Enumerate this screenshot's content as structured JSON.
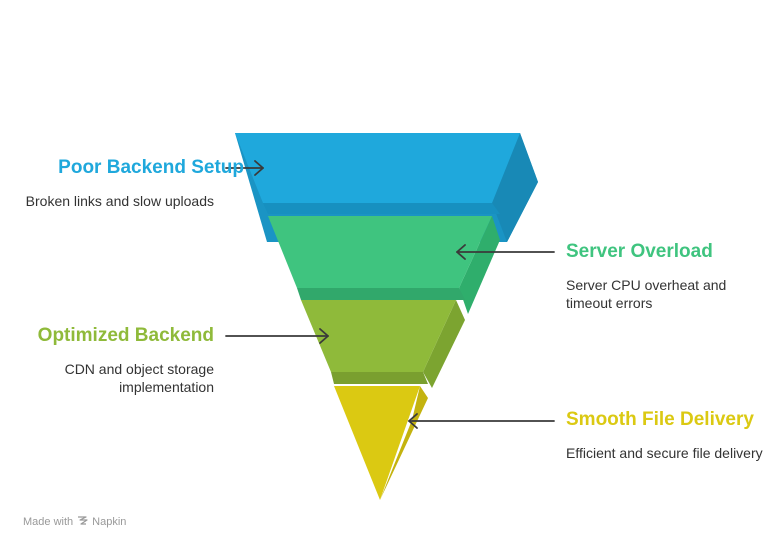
{
  "colors": {
    "blue": "#1fa8dc",
    "green": "#3fc47f",
    "olive": "#8fba3a",
    "yellow": "#dbc912",
    "arrow": "#3a3a3a"
  },
  "stages": [
    {
      "title": "Poor Backend Setup",
      "description": "Broken links and slow uploads",
      "color": "#1fa8dc"
    },
    {
      "title": "Server Overload",
      "description": "Server CPU overheat and timeout errors",
      "color": "#3fc47f"
    },
    {
      "title": "Optimized Backend",
      "description": "CDN and object storage implementation",
      "color": "#8fba3a"
    },
    {
      "title": "Smooth File Delivery",
      "description": "Efficient and secure file delivery",
      "color": "#dbc912"
    }
  ],
  "footer": {
    "text": "Made with",
    "brand": "Napkin",
    "icon": "napkin-logo-icon"
  }
}
